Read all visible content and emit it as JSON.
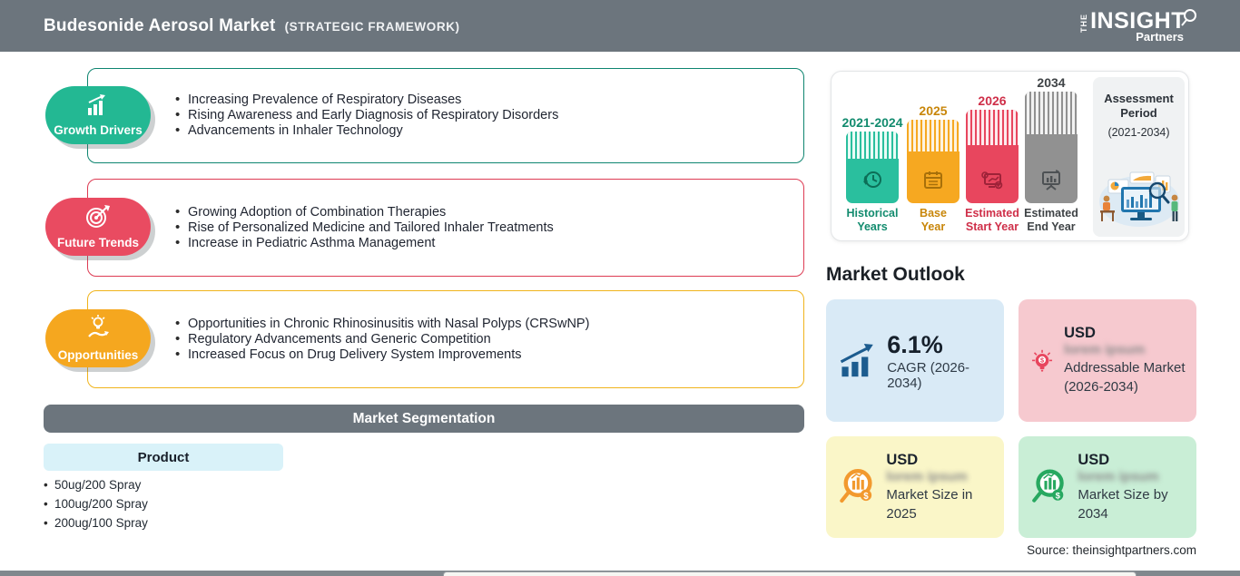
{
  "colors": {
    "header_bg": "#6c757d",
    "growth_green": "#23b893",
    "growth_border": "#0e8570",
    "trends_red": "#e94b61",
    "trends_border": "#dd3b53",
    "opps_orange": "#f5a71f",
    "opps_border": "#f0b41c",
    "bar_green": "#2abf9e",
    "bar_orange": "#f6a821",
    "bar_red": "#e8465e",
    "bar_gray": "#919191",
    "card_blue": "#d9eaf6",
    "card_pink": "#f6c9cf",
    "card_yellow": "#faf6c8",
    "card_green": "#c9eed6",
    "product_box": "#d9f2f9"
  },
  "header": {
    "title": "Budesonide Aerosol Market",
    "subtitle": "(STRATEGIC FRAMEWORK)",
    "logo_the": "The",
    "logo_insight": "INSIGHT",
    "logo_partners": "Partners"
  },
  "sections": [
    {
      "label": "Growth Drivers",
      "bullets": [
        "Increasing Prevalence of Respiratory Diseases",
        "Rising Awareness and Early Diagnosis of Respiratory Disorders",
        "Advancements in Inhaler Technology"
      ]
    },
    {
      "label": "Future Trends",
      "bullets": [
        "Growing Adoption of Combination Therapies",
        "Rise of Personalized Medicine and Tailored Inhaler Treatments",
        "Increase in Pediatric Asthma Management"
      ]
    },
    {
      "label": "Opportunities",
      "bullets": [
        "Opportunities in Chronic Rhinosinusitis with Nasal Polyps (CRSwNP)",
        "Regulatory Advancements and Generic Competition",
        "Increased Focus on Drug Delivery System Improvements"
      ]
    }
  ],
  "segmentation": {
    "title": "Market Segmentation",
    "category": "Product",
    "items": [
      "50ug/200 Spray",
      "100ug/200 Spray",
      "200ug/100 Spray"
    ]
  },
  "timeline": {
    "bars": [
      {
        "year": "2021-2024",
        "label_line1": "Historical",
        "label_line2": "Years"
      },
      {
        "year": "2025",
        "label_line1": "Base",
        "label_line2": "Year"
      },
      {
        "year": "2026",
        "label_line1": "Estimated",
        "label_line2": "Start Year"
      },
      {
        "year": "2034",
        "label_line1": "Estimated",
        "label_line2": "End Year"
      }
    ],
    "assessment_title": "Assessment Period",
    "assessment_range": "(2021-2034)"
  },
  "outlook": {
    "title": "Market Outlook",
    "cagr_value": "6.1%",
    "cagr_label": "CAGR (2026-2034)",
    "cards": [
      {
        "currency": "USD",
        "blurred": "lorem ipsum",
        "label": "Addressable Market (2026-2034)"
      },
      {
        "currency": "USD",
        "blurred": "lorem ipsum",
        "label": "Market Size in 2025"
      },
      {
        "currency": "USD",
        "blurred": "lorem ipsum",
        "label": "Market Size by 2034"
      }
    ]
  },
  "source": "Source: theinsightpartners.com"
}
